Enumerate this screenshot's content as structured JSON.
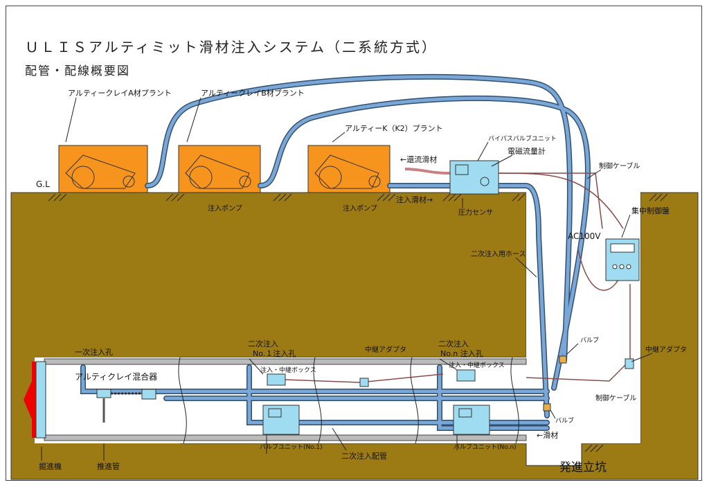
{
  "title": "ＵＬＩＳアルティミット滑材注入システム（二系統方式）",
  "subtitle": "配管・配線概要図",
  "gl_label": "G.L",
  "labels": {
    "plant_a": "アルティークレイA材プラント",
    "plant_b": "アルティークレイB材プラント",
    "plant_k": "アルティーK（K2）プラント",
    "injection_pump_1": "注入ポンプ",
    "injection_pump_2": "注入ポンプ",
    "return_lubricant": "←還流滑材",
    "inject_lubricant": "注入滑材→",
    "bypass_valve_unit": "バイパスバルブユニット",
    "flowmeter": "電磁流量計",
    "pressure_sensor": "圧力センサ",
    "control_cable_top": "制御ケーブル",
    "central_controller": "集中制御盤",
    "ac100v": "AC100V",
    "secondary_hose": "二次注入用ホース",
    "valve_top": "バルブ",
    "valve_bottom": "バルブ",
    "relay_adapter_right": "中継アダプタ",
    "control_cable_bottom": "制御ケーブル",
    "lubricant_arrow": "←滑材",
    "launch_shaft": "発進立坑",
    "primary_hole": "一次注入孔",
    "secondary_hole_1_line1": "二次注入",
    "secondary_hole_1_line2": "No.１注入孔",
    "secondary_hole_n_line1": "二次注入",
    "secondary_hole_n_line2": "No.n 注入孔",
    "relay_adapter_mid": "中継アダプタ",
    "relay_box_1": "注入・中継ボックス",
    "relay_box_n": "注入・中継ボックス",
    "mixer": "アルティクレイ混合器",
    "valve_unit_1": "バルブユニット(No.1)",
    "valve_unit_n": "バルブユニット(No.n)",
    "secondary_piping": "二次注入配管",
    "tbm": "掘進機",
    "jacking_pipe": "推進管"
  },
  "colors": {
    "soil": "#9c7a14",
    "pump": "#f7941d",
    "hose": "#7aa7d6",
    "unit": "#9fdcf2",
    "cable": "#c98080"
  }
}
